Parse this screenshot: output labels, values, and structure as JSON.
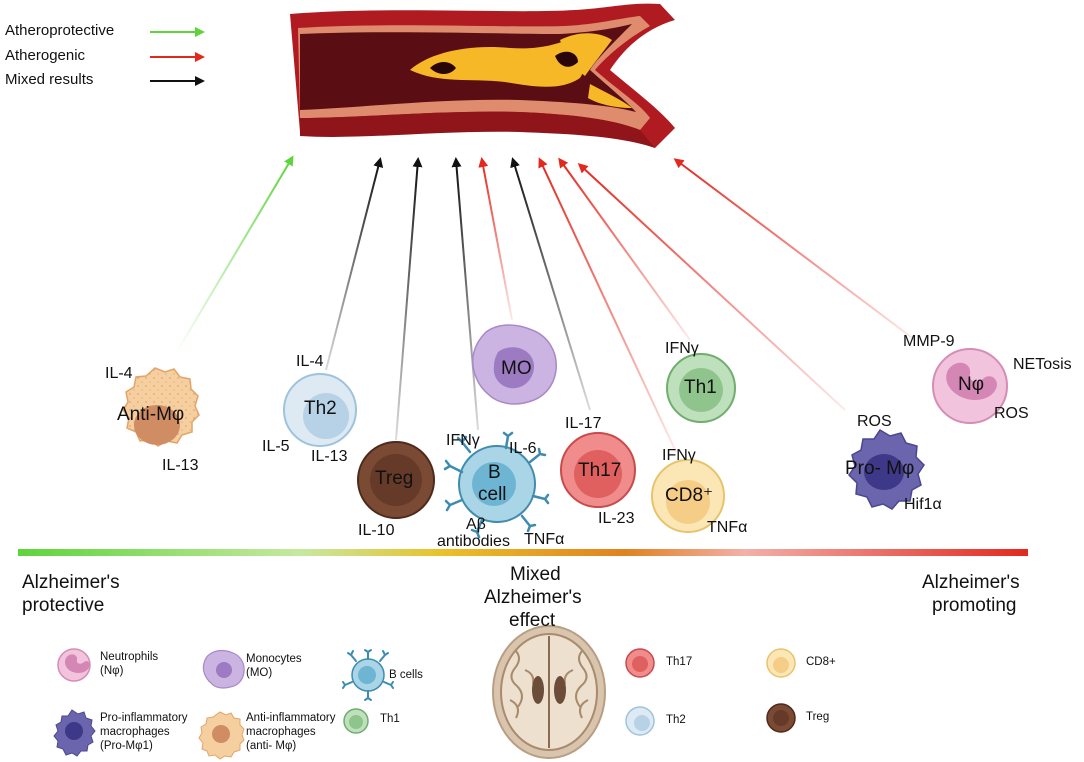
{
  "arrow_key": {
    "atheroprotective": "Atheroprotective",
    "atherogenic": "Atherogenic",
    "mixed": "Mixed results"
  },
  "colors": {
    "protective": "#5ed43c",
    "atherogenic": "#e3281e",
    "mixed": "#111111",
    "vessel_wall": "#b01b22",
    "plaque": "#f7b827",
    "lumen": "#5a0d12"
  },
  "cells": {
    "anti_macrophage": {
      "name": "Anti-Mφ",
      "cytokines": [
        "IL-4",
        "IL-13"
      ]
    },
    "th2": {
      "name": "Th2",
      "cytokines": [
        "IL-4",
        "IL-5",
        "IL-13"
      ]
    },
    "treg": {
      "name": "Treg",
      "cytokines": [
        "IL-10"
      ]
    },
    "b_cell": {
      "name_line1": "B",
      "name_line2": "cell",
      "cytokines": [
        "IFNγ",
        "IL-6",
        "Aβ",
        "antibodies",
        "TNFα"
      ]
    },
    "monocyte": {
      "name": "MO"
    },
    "th17": {
      "name": "Th17",
      "cytokines": [
        "IL-17",
        "IL-23"
      ]
    },
    "cd8": {
      "name": "CD8⁺",
      "cytokines": [
        "IFNγ",
        "TNFα"
      ]
    },
    "th1": {
      "name": "Th1",
      "cytokines": [
        "IFNγ"
      ]
    },
    "pro_macrophage": {
      "name": "Pro- Mφ",
      "cytokines": [
        "ROS",
        "Hif1α"
      ]
    },
    "neutrophil": {
      "name": "Nφ",
      "cytokines": [
        "MMP-9",
        "NETosis",
        "ROS"
      ]
    }
  },
  "gradient_axis": {
    "left": [
      "Alzheimer's",
      "protective"
    ],
    "middle": [
      "Mixed",
      "Alzheimer's",
      "effect"
    ],
    "right": [
      "Alzheimer's",
      "promoting"
    ],
    "colors": [
      "#5ed43c",
      "#c7e8a0",
      "#e9c12a",
      "#e0821f",
      "#f2b0a9",
      "#e3281e"
    ]
  },
  "legend": {
    "neutrophils": [
      "Neutrophils",
      "(Nφ)"
    ],
    "monocytes": [
      "Monocytes",
      "(MO)"
    ],
    "b_cells": [
      "B cells"
    ],
    "pro_inflammatory": [
      "Pro-inflammatory",
      "macrophages",
      "(Pro-Mφ1)"
    ],
    "anti_inflammatory": [
      "Anti-inflammatory",
      "macrophages",
      "(anti- Mφ)"
    ],
    "th1": [
      "Th1"
    ],
    "th17": [
      "Th17"
    ],
    "cd8": [
      "CD8+"
    ],
    "th2": [
      "Th2"
    ],
    "treg": [
      "Treg"
    ]
  },
  "arrows": [
    {
      "cell": "Anti-Mφ",
      "effect": "atheroprotective"
    },
    {
      "cell": "Th2",
      "effect": "mixed"
    },
    {
      "cell": "Treg",
      "effect": "mixed"
    },
    {
      "cell": "B cell",
      "effect": "mixed"
    },
    {
      "cell": "MO",
      "effect": "atherogenic"
    },
    {
      "cell": "Th17",
      "effect": "mixed"
    },
    {
      "cell": "CD8⁺",
      "effect": "atherogenic"
    },
    {
      "cell": "Th1",
      "effect": "atherogenic"
    },
    {
      "cell": "Pro- Mφ",
      "effect": "atherogenic"
    },
    {
      "cell": "Nφ",
      "effect": "atherogenic"
    }
  ]
}
